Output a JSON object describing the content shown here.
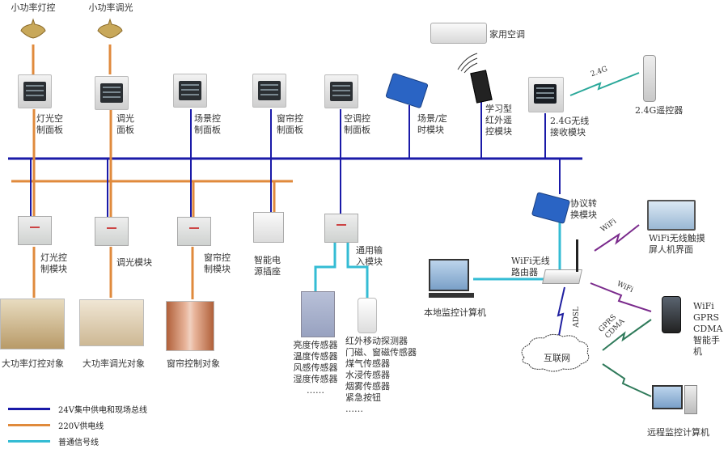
{
  "diagram": {
    "colors": {
      "bus_24v": "#1a1aa8",
      "power_220v": "#e08a3c",
      "signal": "#34bcd4",
      "wifi_link": "#7a2a8c",
      "gprs_link": "#2f7a5a",
      "adsl_link": "#2020a0",
      "rf_2_4g_link": "#2aa89a"
    },
    "top_loads": [
      {
        "id": "small-light-control",
        "label": "小功率灯控"
      },
      {
        "id": "small-dimming",
        "label": "小功率调光"
      }
    ],
    "panels": [
      {
        "id": "light-control-panel",
        "label": "灯光空\n制面板"
      },
      {
        "id": "dimming-panel",
        "label": "调光\n面板"
      },
      {
        "id": "scene-control-panel",
        "label": "场景控\n制面板"
      },
      {
        "id": "curtain-control-panel",
        "label": "窗帘控\n制面板"
      },
      {
        "id": "ac-control-panel",
        "label": "空调控\n制面板"
      }
    ],
    "bus_devices": [
      {
        "id": "scene-timer-module",
        "label": "场景/定\n时模块"
      },
      {
        "id": "learning-ir-module",
        "label": "学习型\n红外遥\n控模块"
      },
      {
        "id": "rf-receiver-module",
        "label": "2.4G无线\n接收模块"
      }
    ],
    "air_conditioner": {
      "label": "家用空调"
    },
    "remote": {
      "label": "2.4G遥控器",
      "link_label": "2.4G"
    },
    "lower_modules": [
      {
        "id": "light-control-module",
        "label": "灯光控\n制模块"
      },
      {
        "id": "dimming-module",
        "label": "调光模块"
      },
      {
        "id": "curtain-control-module",
        "label": "窗帘控\n制模块"
      },
      {
        "id": "smart-socket",
        "label": "智能电\n源插座"
      },
      {
        "id": "general-input-module",
        "label": "通用输\n入模块"
      }
    ],
    "objects": [
      {
        "id": "high-power-light-object",
        "label": "大功率灯控对象"
      },
      {
        "id": "high-power-dimming-object",
        "label": "大功率调光对象"
      },
      {
        "id": "curtain-control-object",
        "label": "窗帘控制对象"
      }
    ],
    "sensors_a": [
      "亮度传感器",
      "温度传感器",
      "风感传感器",
      "湿度传感器",
      "……"
    ],
    "sensors_b": [
      "红外移动探测器",
      "门磁、窗磁传感器",
      "煤气传感器",
      "水浸传感器",
      "烟雾传感器",
      "紧急按钮",
      "……"
    ],
    "network": {
      "protocol_converter": "协议转\n换模块",
      "router": "WiFi无线\n路由器",
      "local_pc": "本地监控计算机",
      "touchscreen": "WiFi无线触摸\n屏人机界面",
      "smartphone": "WiFi\nGPRS\nCDMA\n智能手机",
      "internet": "互联网",
      "remote_pc": "远程监控计算机",
      "wifi_label_1": "WiFi",
      "wifi_label_2": "WiFi",
      "adsl_label": "ADSL",
      "gprs_label": "GPRS\nCDMA"
    },
    "legend": [
      {
        "id": "legend-24v-bus",
        "label": "24V集中供电和现场总线",
        "color": "#1a1aa8"
      },
      {
        "id": "legend-220v-power",
        "label": "220V供电线",
        "color": "#e08a3c"
      },
      {
        "id": "legend-signal",
        "label": "普通信号线",
        "color": "#34bcd4"
      }
    ]
  }
}
